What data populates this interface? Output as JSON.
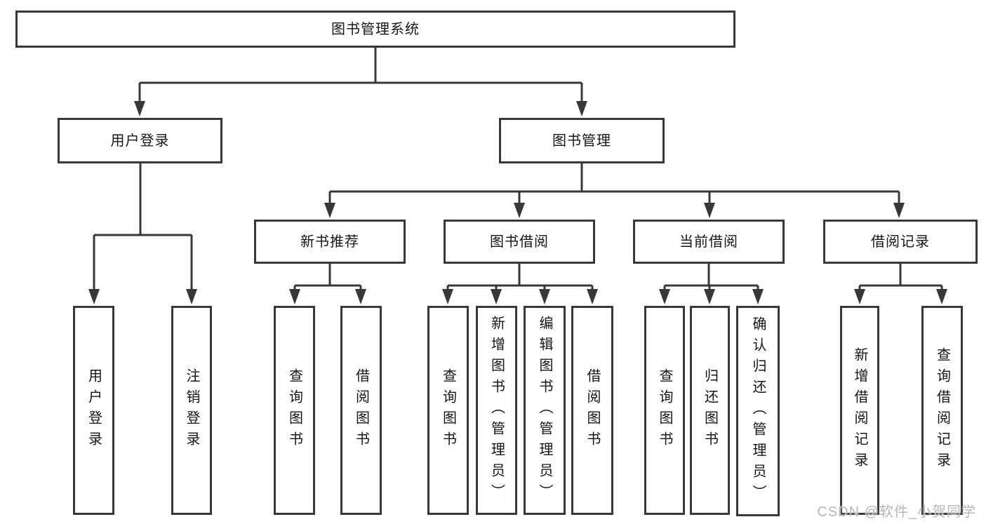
{
  "tree": {
    "root": {
      "label": "图书管理系统"
    },
    "branches": [
      {
        "label": "用户登录",
        "children": [
          {
            "label": "用户登录"
          },
          {
            "label": "注销登录"
          }
        ]
      },
      {
        "label": "图书管理",
        "sections": [
          {
            "label": "新书推荐",
            "children": [
              {
                "label": "查询图书"
              },
              {
                "label": "借阅图书"
              }
            ]
          },
          {
            "label": "图书借阅",
            "children": [
              {
                "label": "查询图书"
              },
              {
                "label": "新增图书（管理员）"
              },
              {
                "label": "编辑图书（管理员）"
              },
              {
                "label": "借阅图书"
              }
            ]
          },
          {
            "label": "当前借阅",
            "children": [
              {
                "label": "查询图书"
              },
              {
                "label": "归还图书"
              },
              {
                "label": "确认归还（管理员）"
              }
            ]
          },
          {
            "label": "借阅记录",
            "children": [
              {
                "label": "新增借阅记录"
              },
              {
                "label": "查询借阅记录"
              }
            ]
          }
        ]
      }
    ]
  },
  "watermark": {
    "text": "CSDN @软件_小贺同学"
  },
  "colors": {
    "line": "#383838",
    "box_border": "#383838",
    "box_fill": "#ffffff",
    "text": "#151515",
    "watermark": "#b6b6b6",
    "background": "#ffffff"
  }
}
